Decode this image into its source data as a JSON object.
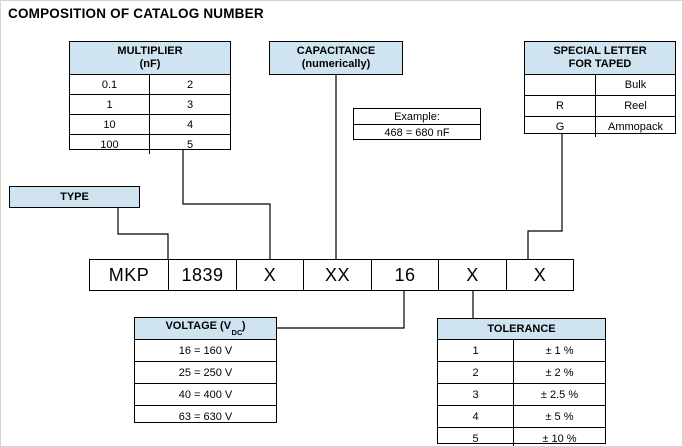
{
  "title": "COMPOSITION OF CATALOG NUMBER",
  "colors": {
    "header_fill": "#cfe3f0",
    "border": "#000000",
    "page_border": "#d4d4d4"
  },
  "multiplier": {
    "header_line1": "MULTIPLIER",
    "header_line2": "(nF)",
    "rows": [
      [
        "0.1",
        "2"
      ],
      [
        "1",
        "3"
      ],
      [
        "10",
        "4"
      ],
      [
        "100",
        "5"
      ]
    ]
  },
  "capacitance": {
    "header_line1": "CAPACITANCE",
    "header_line2": "(numerically)"
  },
  "example": {
    "label": "Example:",
    "value": "468 = 680 nF"
  },
  "special_letter": {
    "header_line1": "SPECIAL LETTER",
    "header_line2": "FOR TAPED",
    "rows": [
      [
        "",
        "Bulk"
      ],
      [
        "R",
        "Reel"
      ],
      [
        "G",
        "Ammopack"
      ]
    ]
  },
  "type": {
    "label": "TYPE"
  },
  "catalog_row": {
    "cells": [
      "MKP",
      "1839",
      "X",
      "XX",
      "16",
      "X",
      "X"
    ]
  },
  "voltage": {
    "header_prefix": "VOLTAGE (V",
    "header_sub": "DC",
    "header_suffix": ")",
    "rows": [
      "16 = 160 V",
      "25 = 250 V",
      "40 = 400 V",
      "63 = 630 V"
    ]
  },
  "tolerance": {
    "header": "TOLERANCE",
    "rows": [
      [
        "1",
        "± 1 %"
      ],
      [
        "2",
        "± 2 %"
      ],
      [
        "3",
        "± 2.5 %"
      ],
      [
        "4",
        "± 5 %"
      ],
      [
        "5",
        "± 10 %"
      ]
    ]
  }
}
